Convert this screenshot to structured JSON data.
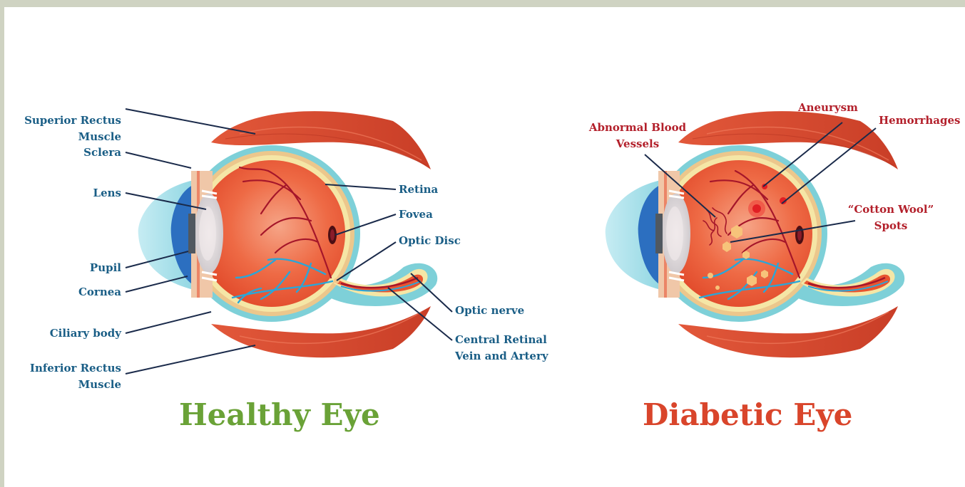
{
  "healthy": {
    "title": "Healthy Eye",
    "labels": {
      "superior_rectus": "Superior Rectus\nMuscle",
      "sclera": "Sclera",
      "lens": "Lens",
      "pupil": "Pupil",
      "cornea": "Cornea",
      "ciliary_body": "Ciliary body",
      "inferior_rectus": "Inferior Rectus\nMuscle",
      "retina": "Retina",
      "fovea": "Fovea",
      "optic_disc": "Optic Disc",
      "optic_nerve": "Optic nerve",
      "central_retinal": "Central Retinal\nVein and Artery"
    }
  },
  "diabetic": {
    "title": "Diabetic Eye",
    "labels": {
      "abnormal_vessels": "Abnormal Blood\nVessels",
      "aneurysm": "Aneurysm",
      "hemorrhages": "Hemorrhages",
      "cotton_wool": "“Cotton Wool”\nSpots"
    }
  },
  "colors": {
    "healthy_title": "#6aa237",
    "diabetic_title": "#d9452b",
    "label_blue": "#1a5e86",
    "label_red": "#b3202b",
    "muscle": "#d9492c",
    "eye_interior": "#e8542f",
    "sclera_outer": "#7ed0d8",
    "retina": "#f5e6a6",
    "vessel_red": "#a5162a",
    "vessel_blue": "#2aa6d8"
  }
}
